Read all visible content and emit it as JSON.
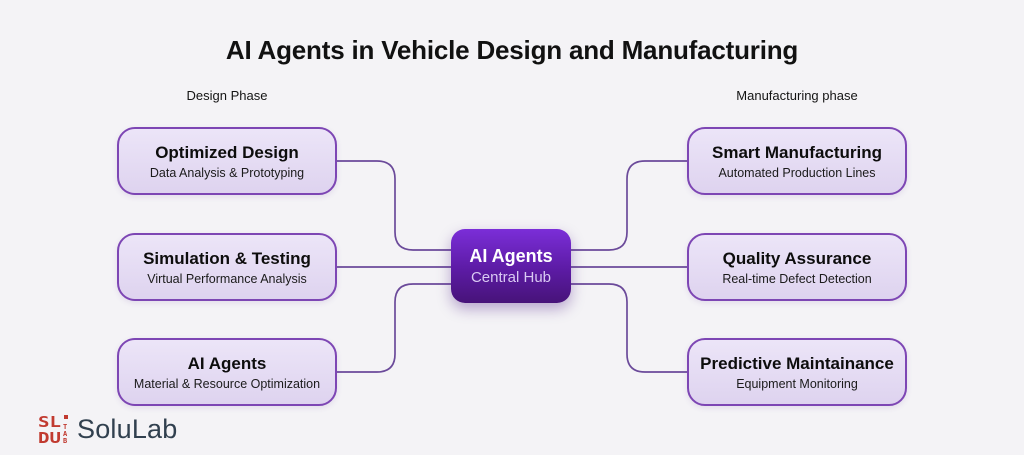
{
  "title": "AI Agents in Vehicle Design and Manufacturing",
  "phases": {
    "design": "Design Phase",
    "manufacturing": "Manufacturing phase"
  },
  "hub": {
    "title": "AI Agents",
    "subtitle": "Central Hub"
  },
  "nodes": {
    "design": [
      {
        "title": "Optimized Design",
        "subtitle": "Data Analysis & Prototyping"
      },
      {
        "title": "Simulation & Testing",
        "subtitle": "Virtual Performance Analysis"
      },
      {
        "title": "AI Agents",
        "subtitle": "Material & Resource Optimization"
      }
    ],
    "manufacturing": [
      {
        "title": "Smart Manufacturing",
        "subtitle": "Automated Production Lines"
      },
      {
        "title": "Quality Assurance",
        "subtitle": "Real-time Defect Detection"
      },
      {
        "title": "Predictive Maintainance",
        "subtitle": "Equipment Monitoring"
      }
    ]
  },
  "logo": {
    "icon": "solulab-pixel-mark",
    "text": "SoluLab"
  },
  "colors": {
    "bg": "#f4f3f6",
    "title-color": "#111111",
    "node-fill-top": "#ece5f8",
    "node-fill-bottom": "#ded3ef",
    "node-border": "#7d46b4",
    "connector": "#6b4a9a",
    "hub-top": "#7b2ed8",
    "hub-bottom": "#471379",
    "hub-title-color": "#ffffff",
    "hub-subtitle-color": "#d9c9f3",
    "logo-red": "#c13a30",
    "logo-text-color": "#31404f"
  }
}
